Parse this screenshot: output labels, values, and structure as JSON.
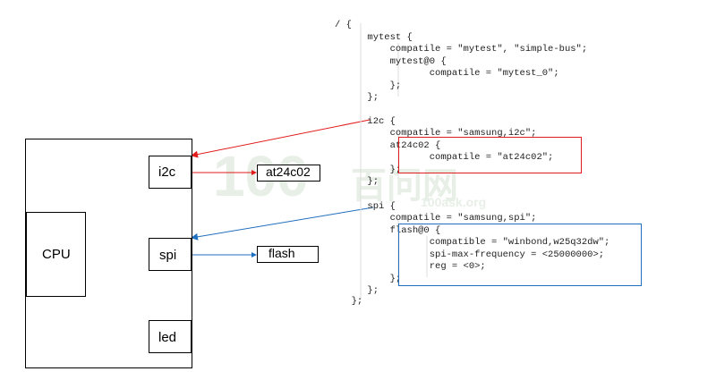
{
  "hardware": {
    "cpu": "CPU",
    "i2c": "i2c",
    "spi": "spi",
    "led": "led",
    "at24c02": "at24c02",
    "flash": "flash"
  },
  "watermark": {
    "text": "100",
    "cn": "百问网",
    "url": "100ask.org"
  },
  "code": [
    "/ {",
    "        mytest {",
    "            compatile = \"mytest\", \"simple-bus\";",
    "            mytest@0 {",
    "                   compatile = \"mytest_0\";",
    "            };",
    "        };",
    "",
    "        i2c {",
    "            compatile = \"samsung,i2c\";",
    "            at24c02 {",
    "                   compatile = \"at24c02\";",
    "            };",
    "        };",
    "",
    "        spi {",
    "            compatile = \"samsung,spi\";",
    "            flash@0 {",
    "                   compatible = \"winbond,w25q32dw\";",
    "                   spi-max-frequency = <25000000>;",
    "                   reg = <0>;",
    "            };",
    "        };",
    "  };"
  ],
  "colors": {
    "red": "#e21b1b",
    "blue": "#1f6fc0",
    "black": "#000000"
  }
}
